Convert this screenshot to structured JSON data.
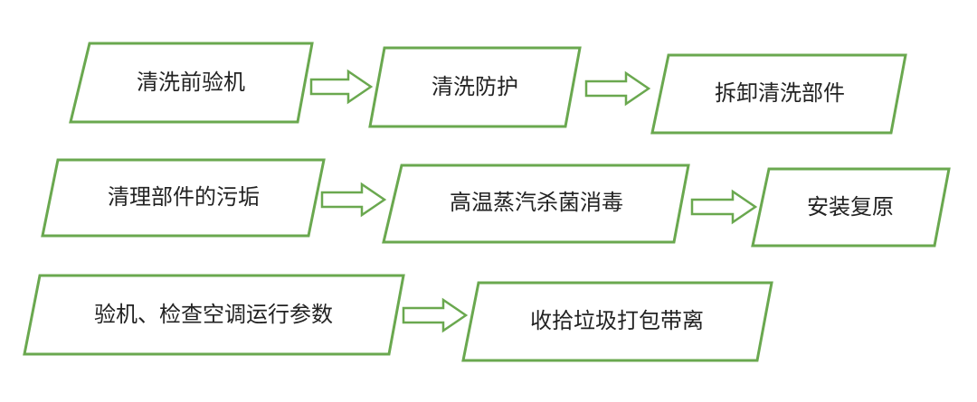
{
  "colors": {
    "border": "#6aa84f",
    "fill": "#ffffff",
    "text": "#222222"
  },
  "steps": [
    {
      "label": "清洗前验机"
    },
    {
      "label": "清洗防护"
    },
    {
      "label": "拆卸清洗部件"
    },
    {
      "label": "清理部件的污垢"
    },
    {
      "label": "高温蒸汽杀菌消毒"
    },
    {
      "label": "安装复原"
    },
    {
      "label": "验机、检查空调运行参数"
    },
    {
      "label": "收拾垃圾打包带离"
    }
  ]
}
